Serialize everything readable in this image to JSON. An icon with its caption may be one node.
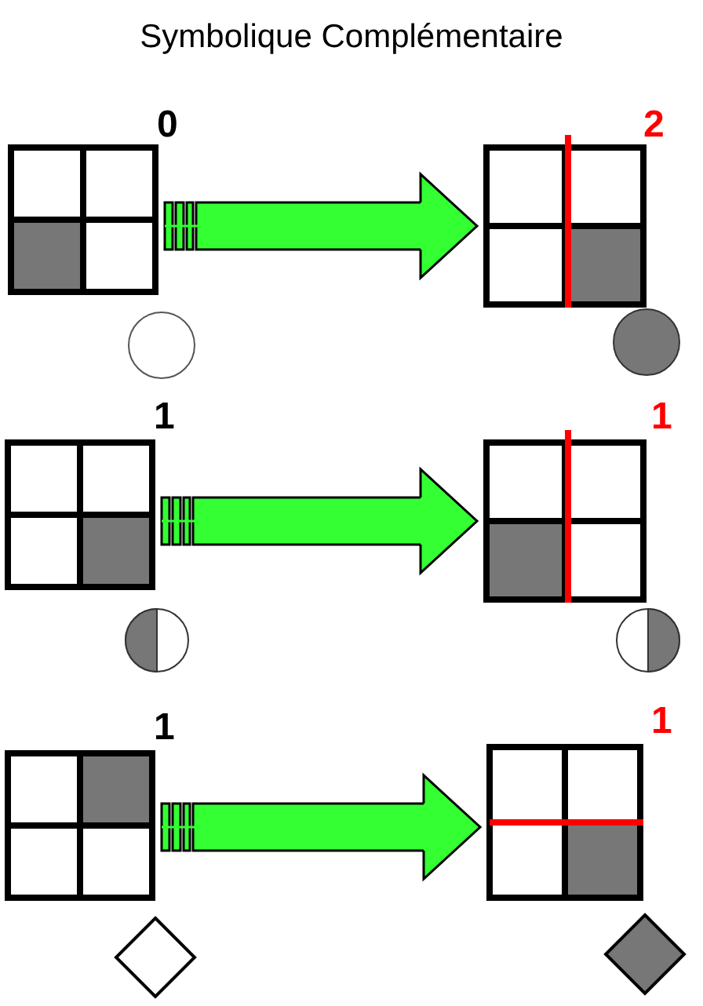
{
  "diagram": {
    "title": "Symbolique Complémentaire",
    "nodes": [
      {
        "text": [],
        "shape": "box",
        "beside": [
          "0"
        ]
      },
      {
        "text": [],
        "shape": "box",
        "beside": [
          "2"
        ]
      },
      {
        "text": [],
        "shape": "box",
        "beside": [
          "1"
        ]
      },
      {
        "text": [],
        "shape": "box",
        "beside": [
          "1"
        ]
      },
      {
        "text": [],
        "shape": "box",
        "beside": [
          "1"
        ]
      },
      {
        "text": [],
        "shape": "box",
        "beside": [
          "1"
        ]
      }
    ],
    "edges": [
      {
        "from": 0,
        "to": 1,
        "arrow": "to"
      },
      {
        "from": 2,
        "to": 3,
        "arrow": "to"
      },
      {
        "from": 4,
        "to": 5,
        "arrow": "to"
      }
    ]
  }
}
